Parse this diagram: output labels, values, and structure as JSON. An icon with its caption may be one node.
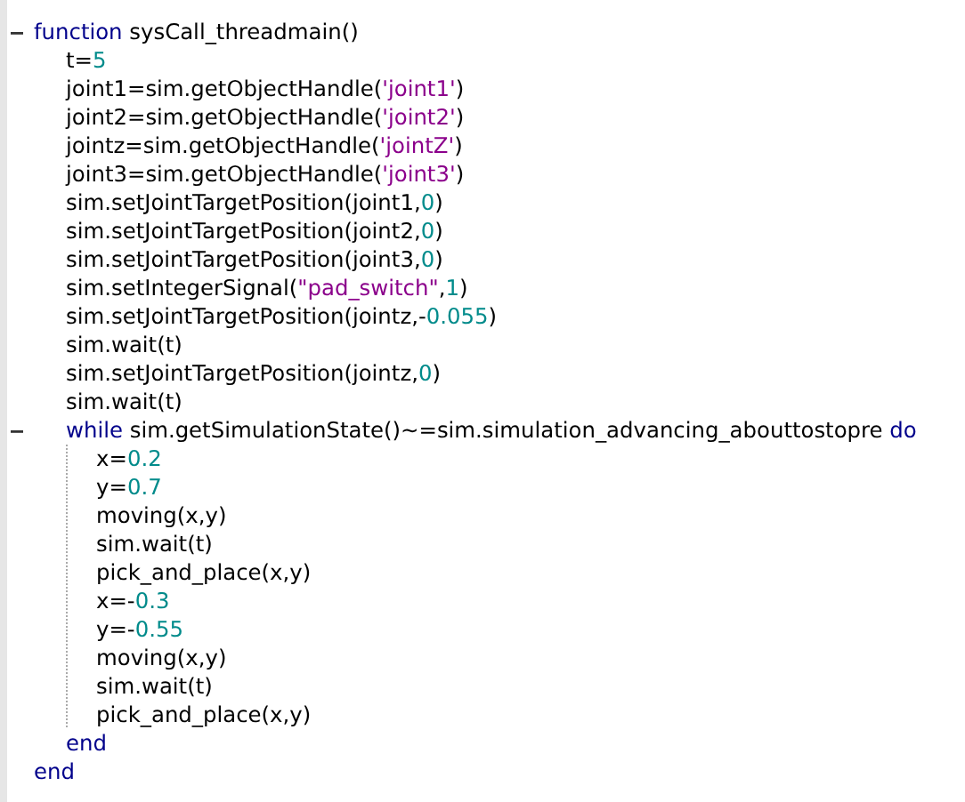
{
  "diagram": {
    "labels": [
      "function sysCall_threadmain()",
      "t=5",
      "joint1=sim.getObjectHandle('joint1')",
      "joint2=sim.getObjectHandle('joint2')",
      "jointz=sim.getObjectHandle('jointZ')",
      "joint3=sim.getObjectHandle('joint3')",
      "sim.setJointTargetPosition(joint1,0)",
      "sim.setJointTargetPosition(joint2,0)",
      "sim.setJointTargetPosition(joint3,0)",
      "sim.setIntegerSignal(\"pad_switch\",1)",
      "sim.setJointTargetPosition(jointz,-0.055)",
      "sim.wait(t)",
      "sim.setJointTargetPosition(jointz,0)",
      "sim.wait(t)",
      "while sim.getSimulationState()~=sim.simulation_advancing_abouttostopre do",
      "x=0.2",
      "y=0.7",
      "moving(x,y)",
      "sim.wait(t)",
      "pick_and_place(x,y)",
      "x=-0.3",
      "y=-0.55",
      "moving(x,y)",
      "sim.wait(t)",
      "pick_and_place(x,y)",
      "end",
      "end"
    ]
  }
}
